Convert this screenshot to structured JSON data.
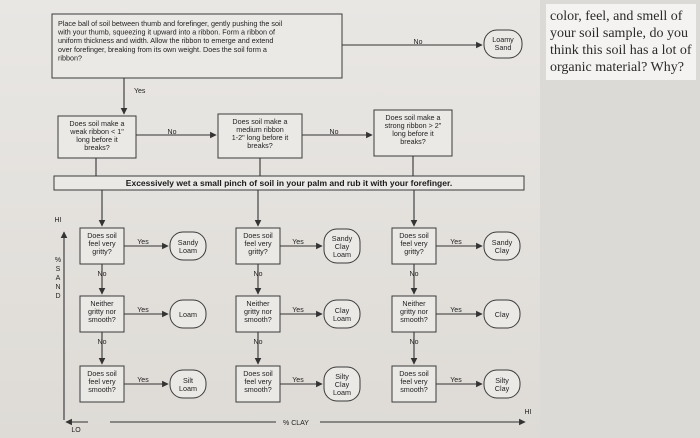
{
  "intro": {
    "lines": [
      "Place ball of soil between thumb and forefinger, gently pushing the soil",
      "with your thumb, squeezing it upward into a ribbon. Form a ribbon of",
      "uniform thickness and width. Allow the ribbon to emerge and extend",
      "over forefinger, breaking from its own weight. Does the soil form a",
      "ribbon?"
    ],
    "no_label": "No",
    "yes_label": "Yes",
    "result": [
      "Loamy",
      "Sand"
    ]
  },
  "ribbon_questions": [
    {
      "lines": [
        "Does soil make a",
        "weak ribbon < 1\"",
        "long before it",
        "breaks?"
      ],
      "no_label": "No"
    },
    {
      "lines": [
        "Does soil make a",
        "medium ribbon",
        "1-2\" long before it",
        "breaks?"
      ],
      "no_label": "No"
    },
    {
      "lines": [
        "Does soil make a",
        "strong ribbon > 2\"",
        "long before it",
        "breaks?"
      ]
    }
  ],
  "wet_instruction": "Excessively wet a small pinch of soil in your palm and rub it with your forefinger.",
  "columns": [
    {
      "rows": [
        {
          "question": [
            "Does soil",
            "feel very",
            "gritty?"
          ],
          "result": [
            "Sandy",
            "Loam"
          ]
        },
        {
          "question": [
            "Neither",
            "gritty nor",
            "smooth?"
          ],
          "result": [
            "Loam"
          ]
        },
        {
          "question": [
            "Does soil",
            "feel very",
            "smooth?"
          ],
          "result": [
            "Silt",
            "Loam"
          ]
        }
      ]
    },
    {
      "rows": [
        {
          "question": [
            "Does soil",
            "feel very",
            "gritty?"
          ],
          "result": [
            "Sandy",
            "Clay",
            "Loam"
          ]
        },
        {
          "question": [
            "Neither",
            "gritty nor",
            "smooth?"
          ],
          "result": [
            "Clay",
            "Loam"
          ]
        },
        {
          "question": [
            "Does soil",
            "feel very",
            "smooth?"
          ],
          "result": [
            "Silty",
            "Clay",
            "Loam"
          ]
        }
      ]
    },
    {
      "rows": [
        {
          "question": [
            "Does soil",
            "feel very",
            "gritty?"
          ],
          "result": [
            "Sandy",
            "Clay"
          ]
        },
        {
          "question": [
            "Neither",
            "gritty nor",
            "smooth?"
          ],
          "result": [
            "Clay"
          ]
        },
        {
          "question": [
            "Does soil",
            "feel very",
            "smooth?"
          ],
          "result": [
            "Silty",
            "Clay"
          ]
        }
      ]
    }
  ],
  "branch_labels": {
    "yes": "Yes",
    "no": "No"
  },
  "axes": {
    "sand_label": "% SAND",
    "clay_label": "% CLAY",
    "hi": "HI",
    "lo": "LO"
  },
  "side_question": "color, feel, and smell of your soil sample, do you think this soil has a lot of organic material? Why?"
}
